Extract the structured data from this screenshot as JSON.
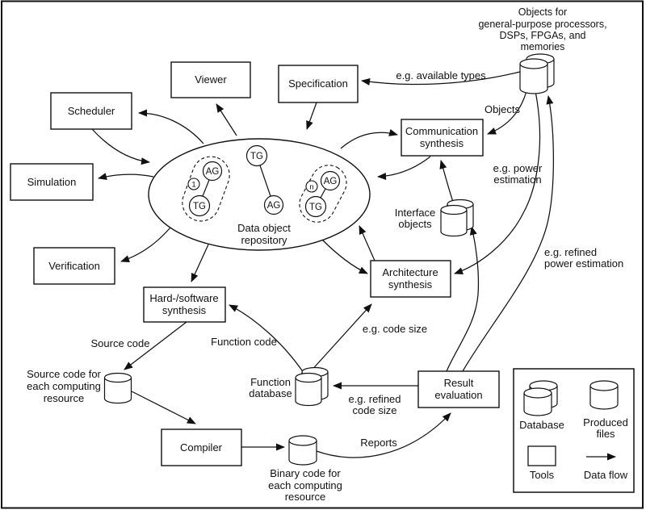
{
  "repository": {
    "caption": {
      "line1": "Data object",
      "line2": "repository"
    },
    "tg": "TG",
    "ag": "AG",
    "index_first": "1",
    "index_last": "n"
  },
  "tools": {
    "viewer": "Viewer",
    "scheduler": "Scheduler",
    "simulation": "Simulation",
    "verification": "Verification",
    "specification": "Specification",
    "communication_synthesis": {
      "line1": "Communication",
      "line2": "synthesis"
    },
    "architecture_synthesis": {
      "line1": "Architecture",
      "line2": "synthesis"
    },
    "hardsoftware_synthesis": {
      "line1": "Hard-/software",
      "line2": "synthesis"
    },
    "compiler": "Compiler",
    "result_evaluation": {
      "line1": "Result",
      "line2": "evaluation"
    }
  },
  "stores": {
    "component_database": {
      "line1": "Objects for",
      "line2": "general-purpose processors,",
      "line3": "DSPs, FPGAs, and",
      "line4": "memories"
    },
    "interface_objects": {
      "line1": "Interface",
      "line2": "objects"
    },
    "function_database": {
      "line1": "Function",
      "line2": "database"
    },
    "source_code_files": {
      "line1": "Source code for",
      "line2": "each computing",
      "line3": "resource"
    },
    "binary_code_files": {
      "line1": "Binary code for",
      "line2": "each computing",
      "line3": "resource"
    }
  },
  "flows": {
    "available_types": "e.g. available types",
    "objects": "Objects",
    "power_estimation": {
      "line1": "e.g. power",
      "line2": "estimation"
    },
    "refined_power_estimation": {
      "line1": "e.g. refined",
      "line2": "power estimation"
    },
    "source_code": "Source code",
    "function_code": "Function code",
    "code_size": "e.g. code size",
    "refined_code_size": {
      "line1": "e.g. refined",
      "line2": "code size"
    },
    "reports": "Reports"
  },
  "legend": {
    "database": "Database",
    "produced_files": {
      "line1": "Produced",
      "line2": "files"
    },
    "tools": "Tools",
    "data_flow": "Data flow"
  },
  "colors": {
    "ink": "#111111",
    "paper": "#ffffff"
  }
}
